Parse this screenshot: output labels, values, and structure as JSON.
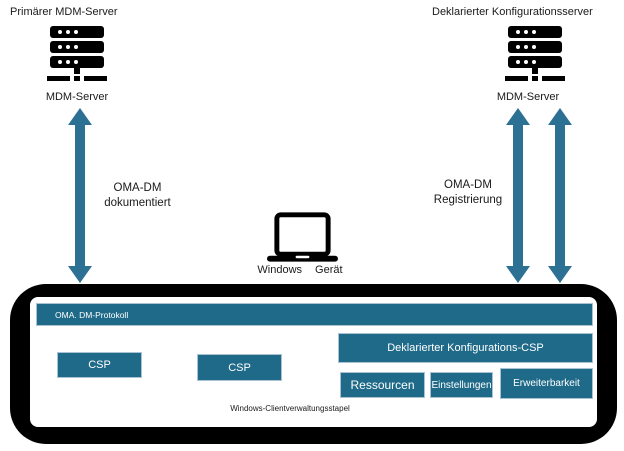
{
  "colors": {
    "teal": "#1E6A88",
    "arrow": "#2C7093",
    "frame": "#000000"
  },
  "primary_server": {
    "title": "Primärer MDM-Server",
    "label": "MDM-Server"
  },
  "declared_server": {
    "title": "Deklarierter Konfigurationsserver",
    "label": "MDM-Server"
  },
  "left_arrow": {
    "line1": "OMA-DM",
    "line2": "dokumentiert"
  },
  "right_arrows": {
    "line1": "OMA-DM",
    "line2": "Registrierung"
  },
  "device": {
    "word1": "Windows",
    "word2": "Gerät"
  },
  "stack": {
    "protocol": "OMA. DM-Protokoll",
    "csp1": "CSP",
    "csp2": "CSP",
    "declared_csp": "Deklarierter Konfigurations-CSP",
    "resources": "Ressourcen",
    "settings": "Einstellungen",
    "extensibility": "Erweiterbarkeit",
    "caption": "Windows-Clientverwaltungsstapel"
  }
}
